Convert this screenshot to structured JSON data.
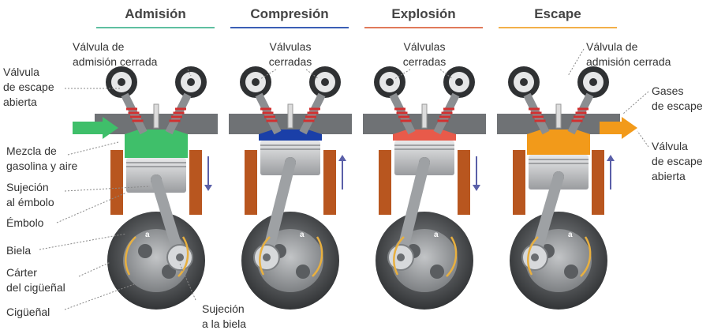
{
  "titles": [
    {
      "text": "Admisión",
      "color": "#5fbfa0"
    },
    {
      "text": "Compresión",
      "color": "#3b5fb5"
    },
    {
      "text": "Explosión",
      "color": "#e07a5a"
    },
    {
      "text": "Escape",
      "color": "#f2b04a"
    }
  ],
  "labels": {
    "valve_intake_closed_1": "Válvula de\nadmisión cerrada",
    "valve_exhaust_open_1": "Válvula\nde escape\nabierta",
    "valves_closed_1": "Válvulas\ncerradas",
    "valves_closed_2": "Válvulas\ncerradas",
    "valve_intake_closed_2": "Válvula de\nadmisión cerrada",
    "exhaust_gases": "Gases\nde escape",
    "fuel_mixture": "Mezcla de\ngasolina y aire",
    "piston_pin": "Sujeción\nal émbolo",
    "piston": "Émbolo",
    "connecting_rod": "Biela",
    "crankcase": "Cárter\ndel cigüeñal",
    "crankshaft": "Cigüeñal",
    "rod_bearing": "Sujeción\na la biela",
    "valve_exhaust_open_2": "Válvula\nde escape\nabierta",
    "crank_marker": "a"
  },
  "colors": {
    "intake_gas": "#3fbf6a",
    "compression_gas": "#1a3fa8",
    "explosion_gas": "#e85a4a",
    "exhaust_gas": "#f29a1a",
    "cylinder_wall": "#b8561f",
    "head": "#6f7275",
    "motion_arrow": "#5a5fa8",
    "rotation_arrow": "#e8b040"
  },
  "icons": {
    "intake_port_arrow": "green-arrow-right-icon",
    "exhaust_port_arrow": "orange-arrow-right-icon",
    "piston_motion": "vertical-arrow-icon",
    "crank_rotation": "curved-arrow-icon"
  }
}
